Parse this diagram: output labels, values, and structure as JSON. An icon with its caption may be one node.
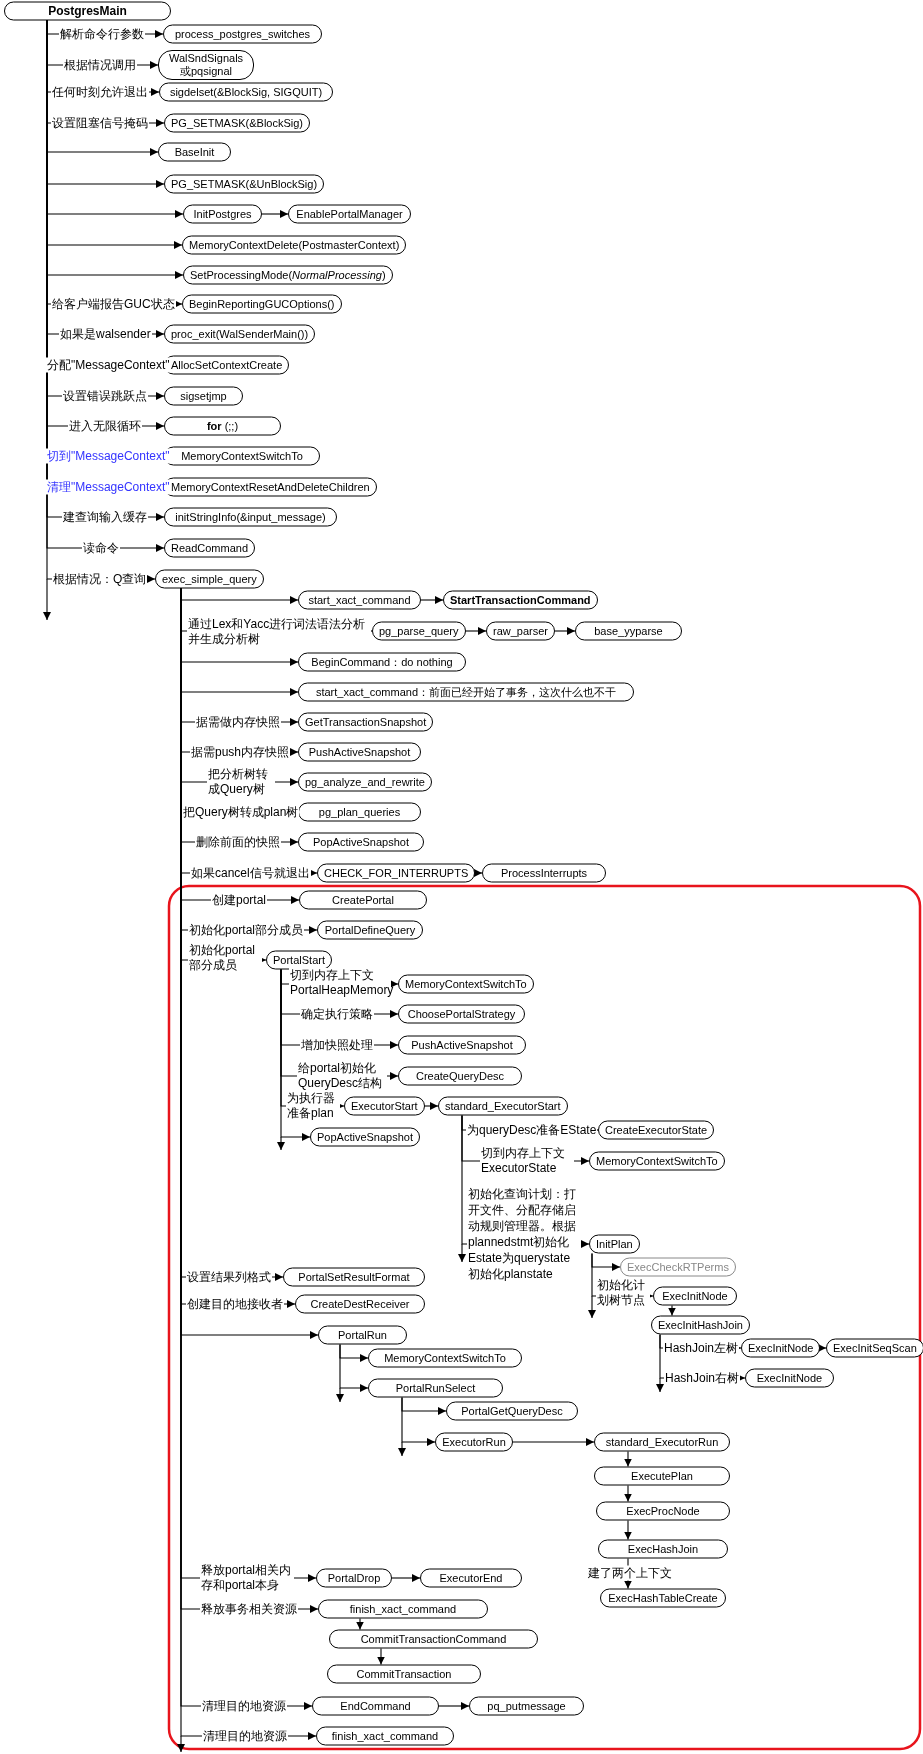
{
  "diagram": {
    "nodes": [
      {
        "text": [
          "PostgresMain"
        ]
      },
      {
        "text": [
          "process_postgres_switches"
        ]
      },
      {
        "text": [
          "WalSndSignals 或pqsignal"
        ]
      },
      {
        "text": [
          "sigdelset(&BlockSig, SIGQUIT)"
        ]
      },
      {
        "text": [
          "PG_SETMASK(&BlockSig)"
        ]
      },
      {
        "text": [
          "BaseInit"
        ]
      },
      {
        "text": [
          "PG_SETMASK(&UnBlockSig)"
        ]
      },
      {
        "text": [
          "InitPostgres"
        ]
      },
      {
        "text": [
          "EnablePortalManager"
        ]
      },
      {
        "text": [
          "MemoryContextDelete(PostmasterContext)"
        ]
      },
      {
        "text": [
          "SetProcessingMode(*NormalProcessing*)"
        ]
      },
      {
        "text": [
          "BeginReportingGUCOptions()"
        ]
      },
      {
        "text": [
          "proc_exit(WalSenderMain())"
        ]
      },
      {
        "text": [
          "AllocSetContextCreate"
        ]
      },
      {
        "text": [
          "sigsetjmp"
        ]
      },
      {
        "text": [
          "**for** (;;)"
        ]
      },
      {
        "text": [
          "MemoryContextSwitchTo"
        ]
      },
      {
        "text": [
          "MemoryContextResetAndDeleteChildren"
        ]
      },
      {
        "text": [
          "initStringInfo(&input_message)"
        ]
      },
      {
        "text": [
          "ReadCommand"
        ]
      },
      {
        "text": [
          "exec_simple_query"
        ]
      },
      {
        "text": [
          "start_xact_command"
        ]
      },
      {
        "text": [
          "StartTransactionCommand"
        ]
      },
      {
        "text": [
          "pg_parse_query"
        ]
      },
      {
        "text": [
          "raw_parser"
        ]
      },
      {
        "text": [
          "base_yyparse"
        ]
      },
      {
        "text": [
          "BeginCommand：do nothing"
        ]
      },
      {
        "text": [
          "start_xact_command：前面已经开始了事务，这次什么也不干"
        ]
      },
      {
        "text": [
          "GetTransactionSnapshot"
        ]
      },
      {
        "text": [
          "PushActiveSnapshot"
        ]
      },
      {
        "text": [
          "pg_analyze_and_rewrite"
        ]
      },
      {
        "text": [
          "pg_plan_queries"
        ]
      },
      {
        "text": [
          "PopActiveSnapshot"
        ]
      },
      {
        "text": [
          "CHECK_FOR_INTERRUPTS"
        ]
      },
      {
        "text": [
          "ProcessInterrupts"
        ]
      },
      {
        "text": [
          "CreatePortal"
        ]
      },
      {
        "text": [
          "PortalDefineQuery"
        ]
      },
      {
        "text": [
          "PortalStart"
        ]
      },
      {
        "text": [
          "MemoryContextSwitchTo"
        ]
      },
      {
        "text": [
          "ChoosePortalStrategy"
        ]
      },
      {
        "text": [
          "PushActiveSnapshot"
        ]
      },
      {
        "text": [
          "CreateQueryDesc"
        ]
      },
      {
        "text": [
          "ExecutorStart"
        ]
      },
      {
        "text": [
          "standard_ExecutorStart"
        ]
      },
      {
        "text": [
          "PopActiveSnapshot"
        ]
      },
      {
        "text": [
          "CreateExecutorState"
        ]
      },
      {
        "text": [
          "MemoryContextSwitchTo"
        ]
      },
      {
        "text": [
          "InitPlan"
        ]
      },
      {
        "text": [
          "ExecCheckRTPerms"
        ]
      },
      {
        "text": [
          "ExecInitNode"
        ]
      },
      {
        "text": [
          "ExecInitHashJoin"
        ]
      },
      {
        "text": [
          "ExecInitNode"
        ]
      },
      {
        "text": [
          "ExecInitSeqScan"
        ]
      },
      {
        "text": [
          "ExecInitNode"
        ]
      },
      {
        "text": [
          "PortalSetResultFormat"
        ]
      },
      {
        "text": [
          "CreateDestReceiver"
        ]
      },
      {
        "text": [
          "PortalRun"
        ]
      },
      {
        "text": [
          "MemoryContextSwitchTo"
        ]
      },
      {
        "text": [
          "PortalRunSelect"
        ]
      },
      {
        "text": [
          "PortalGetQueryDesc"
        ]
      },
      {
        "text": [
          "ExecutorRun"
        ]
      },
      {
        "text": [
          "standard_ExecutorRun"
        ]
      },
      {
        "text": [
          "ExecutePlan"
        ]
      },
      {
        "text": [
          "ExecProcNode"
        ]
      },
      {
        "text": [
          "ExecHashJoin"
        ]
      },
      {
        "text": [
          "ExecHashTableCreate"
        ]
      },
      {
        "text": [
          "PortalDrop"
        ]
      },
      {
        "text": [
          "ExecutorEnd"
        ]
      },
      {
        "text": [
          "finish_xact_command"
        ]
      },
      {
        "text": [
          "CommitTransactionCommand"
        ]
      },
      {
        "text": [
          "CommitTransaction"
        ]
      },
      {
        "text": [
          "EndCommand"
        ]
      },
      {
        "text": [
          "pq_putmessage"
        ]
      },
      {
        "text": [
          "finish_xact_command"
        ]
      }
    ],
    "edges": [
      {
        "from": 0,
        "to": 1,
        "arrow": "to",
        "label": "解析命令行参数"
      },
      {
        "from": 0,
        "to": 2,
        "arrow": "to",
        "label": "根据情况调用"
      },
      {
        "from": 0,
        "to": 3,
        "arrow": "to",
        "label": "任何时刻允许退出"
      },
      {
        "from": 0,
        "to": 4,
        "arrow": "to",
        "label": "设置阻塞信号掩码"
      },
      {
        "from": 0,
        "to": 5,
        "arrow": "to"
      },
      {
        "from": 0,
        "to": 6,
        "arrow": "to"
      },
      {
        "from": 0,
        "to": 7,
        "arrow": "to"
      },
      {
        "from": 7,
        "to": 8,
        "arrow": "to"
      },
      {
        "from": 0,
        "to": 9,
        "arrow": "to"
      },
      {
        "from": 0,
        "to": 10,
        "arrow": "to"
      },
      {
        "from": 0,
        "to": 11,
        "arrow": "to",
        "label": "给客户端报告GUC状态"
      },
      {
        "from": 0,
        "to": 12,
        "arrow": "to",
        "label": "如果是walsender"
      },
      {
        "from": 0,
        "to": 13,
        "arrow": "to",
        "label": "分配\"MessageContext\""
      },
      {
        "from": 0,
        "to": 14,
        "arrow": "to",
        "label": "设置错误跳跃点"
      },
      {
        "from": 0,
        "to": 15,
        "arrow": "to",
        "label": "进入无限循环"
      },
      {
        "from": 0,
        "to": 16,
        "arrow": "to",
        "label": "切到\"MessageContext\""
      },
      {
        "from": 0,
        "to": 17,
        "arrow": "to",
        "label": "清理\"MessageContext\""
      },
      {
        "from": 0,
        "to": 18,
        "arrow": "to",
        "label": "建查询输入缓存"
      },
      {
        "from": 0,
        "to": 19,
        "arrow": "to",
        "label": "读命令"
      },
      {
        "from": 0,
        "to": 20,
        "arrow": "to",
        "label": "根据情况：Q查询"
      },
      {
        "from": 20,
        "to": 21,
        "arrow": "to"
      },
      {
        "from": 21,
        "to": 22,
        "arrow": "to"
      },
      {
        "from": 20,
        "to": 23,
        "arrow": "to",
        "label": "通过Lex和Yacc进行词法语法分析并生成分析树"
      },
      {
        "from": 23,
        "to": 24,
        "arrow": "to"
      },
      {
        "from": 24,
        "to": 25,
        "arrow": "to"
      },
      {
        "from": 20,
        "to": 26,
        "arrow": "to"
      },
      {
        "from": 20,
        "to": 27,
        "arrow": "to"
      },
      {
        "from": 20,
        "to": 28,
        "arrow": "to",
        "label": "据需做内存快照"
      },
      {
        "from": 20,
        "to": 29,
        "arrow": "to",
        "label": "据需push内存快照"
      },
      {
        "from": 20,
        "to": 30,
        "arrow": "to",
        "label": "把分析树转成Query树"
      },
      {
        "from": 20,
        "to": 31,
        "arrow": "to",
        "label": "把Query树转成plan树"
      },
      {
        "from": 20,
        "to": 32,
        "arrow": "to",
        "label": "删除前面的快照"
      },
      {
        "from": 20,
        "to": 33,
        "arrow": "to",
        "label": "如果cancel信号就退出"
      },
      {
        "from": 33,
        "to": 34,
        "arrow": "to"
      },
      {
        "from": 20,
        "to": 35,
        "arrow": "to",
        "label": "创建portal"
      },
      {
        "from": 20,
        "to": 36,
        "arrow": "to",
        "label": "初始化portal部分成员"
      },
      {
        "from": 20,
        "to": 37,
        "arrow": "to",
        "label": "初始化portal部分成员"
      },
      {
        "from": 37,
        "to": 38,
        "arrow": "to",
        "label": "切到内存上下文PortalHeapMemory"
      },
      {
        "from": 37,
        "to": 39,
        "arrow": "to",
        "label": "确定执行策略"
      },
      {
        "from": 37,
        "to": 40,
        "arrow": "to",
        "label": "增加快照处理"
      },
      {
        "from": 37,
        "to": 41,
        "arrow": "to",
        "label": "给portal初始化QueryDesc结构"
      },
      {
        "from": 37,
        "to": 42,
        "arrow": "to",
        "label": "为执行器准备plan"
      },
      {
        "from": 42,
        "to": 43,
        "arrow": "to"
      },
      {
        "from": 37,
        "to": 44,
        "arrow": "to"
      },
      {
        "from": 43,
        "to": 45,
        "arrow": "to",
        "label": "为queryDesc准备EState"
      },
      {
        "from": 43,
        "to": 46,
        "arrow": "to",
        "label": "切到内存上下文ExecutorState"
      },
      {
        "from": 43,
        "to": 47,
        "arrow": "to",
        "label": "初始化查询计划：打开文件、分配存储启动规则管理器。根据plannedstmt初始化Estate为querystate初始化planstate"
      },
      {
        "from": 47,
        "to": 48,
        "arrow": "to"
      },
      {
        "from": 47,
        "to": 49,
        "arrow": "to",
        "label": "初始化计划树节点"
      },
      {
        "from": 49,
        "to": 50,
        "arrow": "to"
      },
      {
        "from": 50,
        "to": 51,
        "arrow": "to",
        "label": "HashJoin左树"
      },
      {
        "from": 51,
        "to": 52,
        "arrow": "to"
      },
      {
        "from": 50,
        "to": 53,
        "arrow": "to",
        "label": "HashJoin右树"
      },
      {
        "from": 20,
        "to": 54,
        "arrow": "to",
        "label": "设置结果列格式"
      },
      {
        "from": 20,
        "to": 55,
        "arrow": "to",
        "label": "创建目的地接收者"
      },
      {
        "from": 20,
        "to": 56,
        "arrow": "to"
      },
      {
        "from": 56,
        "to": 57,
        "arrow": "to"
      },
      {
        "from": 56,
        "to": 58,
        "arrow": "to"
      },
      {
        "from": 58,
        "to": 59,
        "arrow": "to"
      },
      {
        "from": 58,
        "to": 60,
        "arrow": "to"
      },
      {
        "from": 60,
        "to": 61,
        "arrow": "to"
      },
      {
        "from": 61,
        "to": 62,
        "arrow": "to"
      },
      {
        "from": 62,
        "to": 63,
        "arrow": "to"
      },
      {
        "from": 63,
        "to": 64,
        "arrow": "to"
      },
      {
        "from": 64,
        "to": 65,
        "arrow": "to",
        "label": "建了两个上下文"
      },
      {
        "from": 20,
        "to": 66,
        "arrow": "to",
        "label": "释放portal相关内存和portal本身"
      },
      {
        "from": 66,
        "to": 67,
        "arrow": "to"
      },
      {
        "from": 20,
        "to": 68,
        "arrow": "to",
        "label": "释放事务相关资源"
      },
      {
        "from": 68,
        "to": 69,
        "arrow": "to"
      },
      {
        "from": 69,
        "to": 70,
        "arrow": "to"
      },
      {
        "from": 20,
        "to": 71,
        "arrow": "to",
        "label": "清理目的地资源"
      },
      {
        "from": 71,
        "to": 72,
        "arrow": "to"
      },
      {
        "from": 20,
        "to": 73,
        "arrow": "to",
        "label": "清理目的地资源"
      }
    ]
  }
}
